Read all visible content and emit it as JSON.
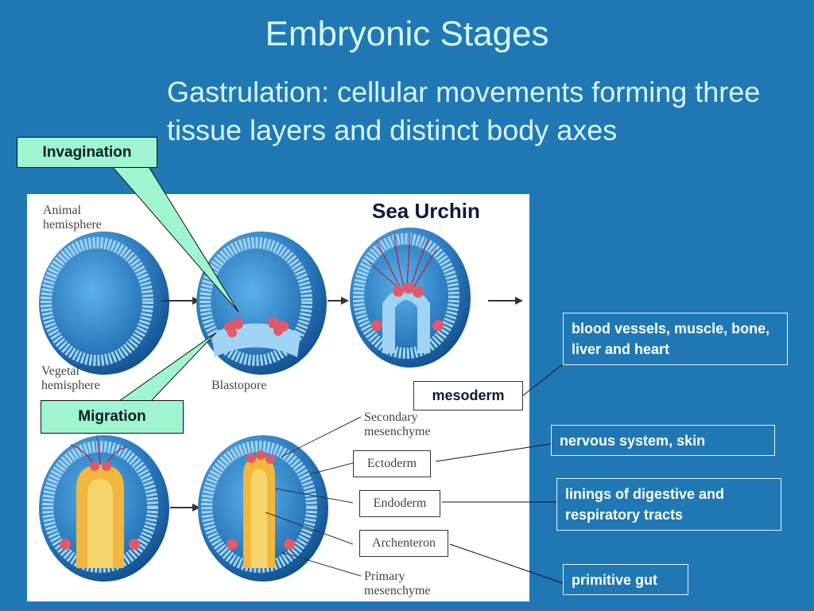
{
  "slide": {
    "title": "Embryonic Stages",
    "subtitle": "Gastrulation: cellular movements forming three tissue layers and distinct body axes"
  },
  "figure": {
    "title": "Sea Urchin",
    "labels": {
      "animal": "Animal hemisphere",
      "vegetal": "Vegetal hemisphere",
      "blastopore": "Blastopore",
      "secondary": "Secondary mesenchyme",
      "ectoderm": "Ectoderm",
      "endoderm": "Endoderm",
      "archenteron": "Archenteron",
      "primary": "Primary mesenchyme"
    }
  },
  "callouts": {
    "invagination": "Invagination",
    "migration": "Migration",
    "mesoderm": "mesoderm",
    "blood": "blood vessels, muscle, bone, liver and heart",
    "nervous": "nervous system, skin",
    "linings": "linings of digestive and respiratory tracts",
    "gut": "primitive gut"
  },
  "colors": {
    "background": "#1f78b4",
    "title": "#d6f7ff",
    "green_box": "#9ff5cf"
  }
}
